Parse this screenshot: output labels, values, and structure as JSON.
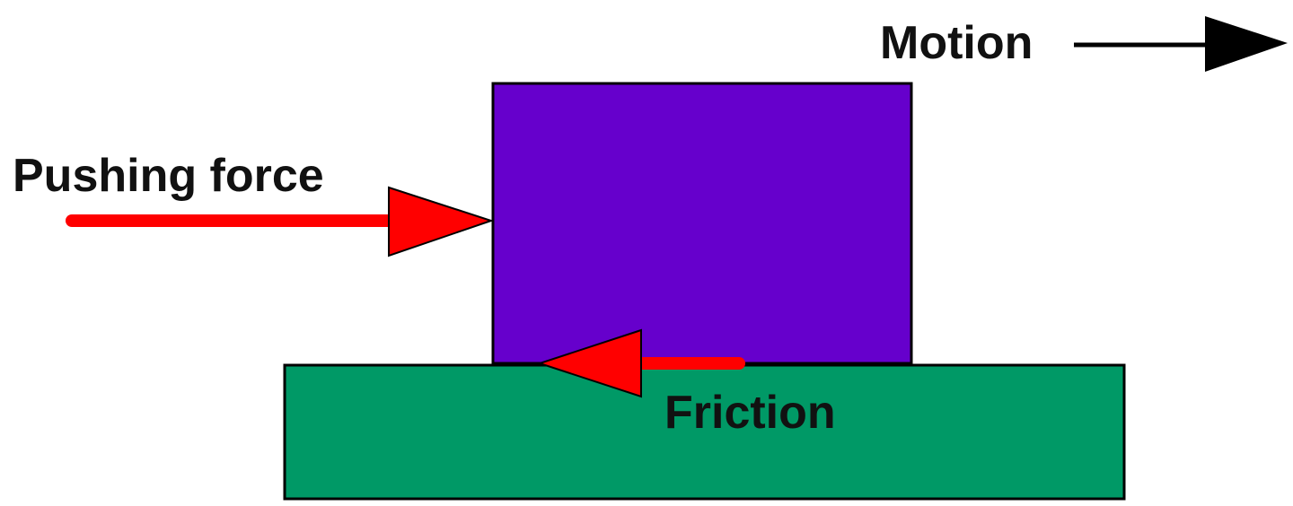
{
  "labels": {
    "motion": "Motion",
    "pushing_force": "Pushing force",
    "friction": "Friction"
  },
  "colors": {
    "block": "#6600CC",
    "surface": "#009966",
    "force_arrow": "#FF0000",
    "motion_arrow": "#000000",
    "outline": "#000000",
    "text": "#111111"
  }
}
